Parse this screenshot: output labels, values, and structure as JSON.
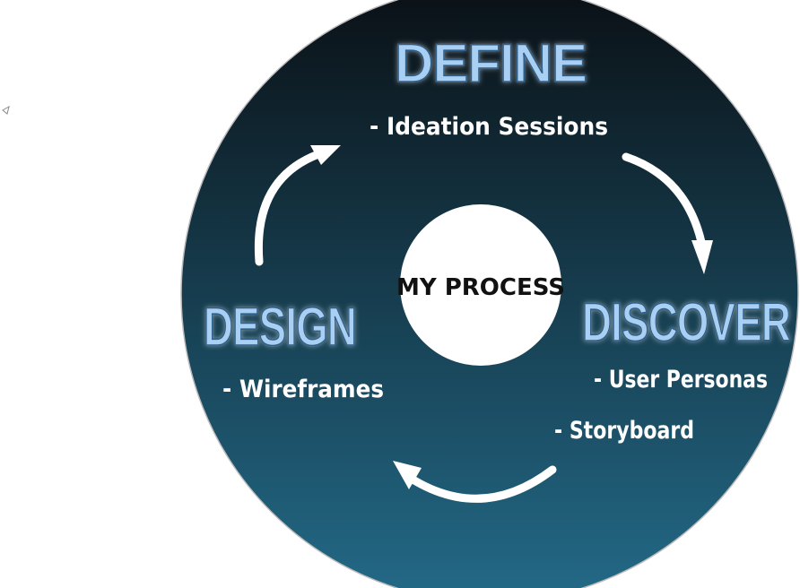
{
  "diagram": {
    "center": {
      "label": "MY PROCESS"
    },
    "stages": [
      {
        "title": "DEFINE",
        "items": [
          "- Ideation Sessions"
        ]
      },
      {
        "title": "DISCOVER",
        "items": [
          "- User Personas",
          "- Storyboard"
        ]
      },
      {
        "title": "DESIGN",
        "items": [
          "- Wireframes"
        ]
      }
    ]
  },
  "colors": {
    "disc_top": "#0a1015",
    "disc_bottom": "#236a88",
    "title_fill": "#a9d0f3",
    "title_stroke": "#2f5f8a",
    "text": "#ffffff",
    "arrow": "#ffffff"
  }
}
